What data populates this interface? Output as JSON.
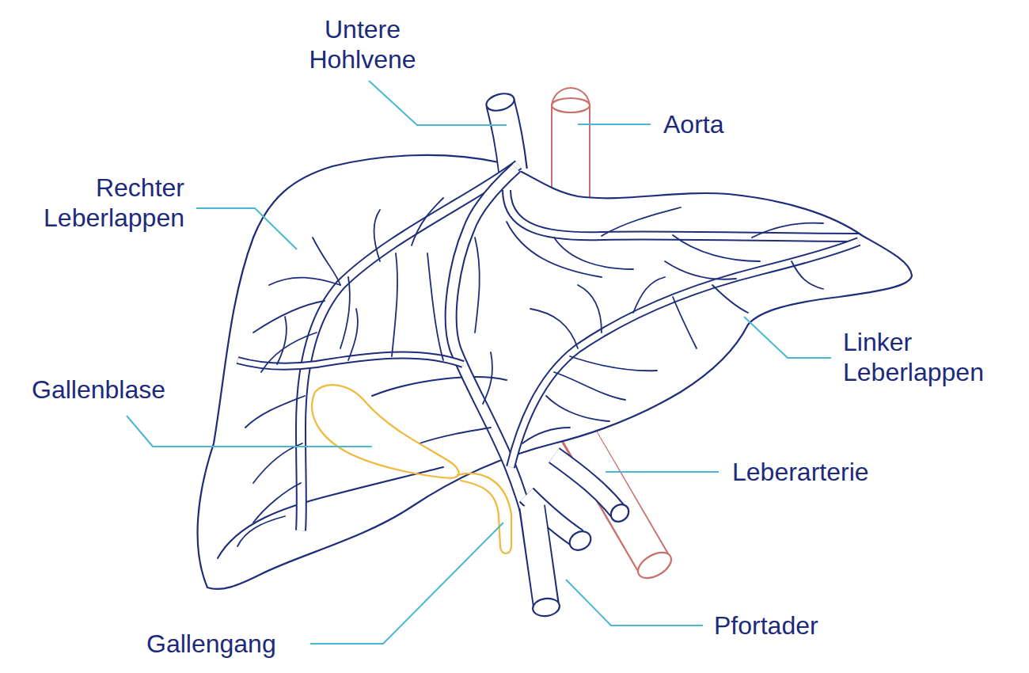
{
  "diagram": {
    "labels": [
      "Untere Hohlvene",
      "Aorta",
      "Rechter Leberlappen",
      "Linker Leberlappen",
      "Gallenblase",
      "Leberarterie",
      "Gallengang",
      "Pfortader"
    ]
  }
}
